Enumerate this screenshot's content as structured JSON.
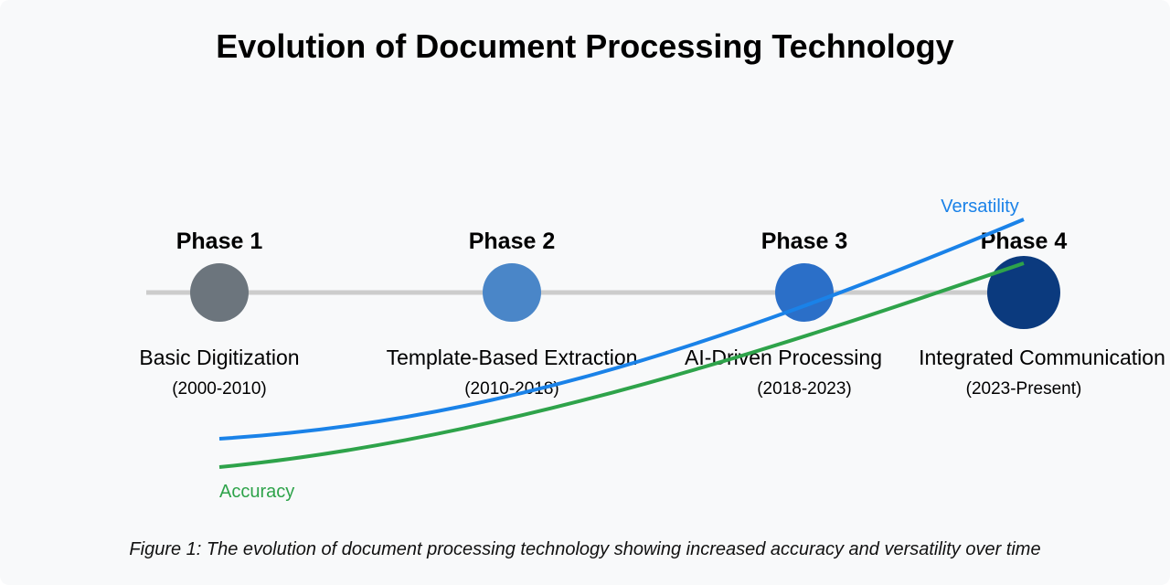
{
  "title": "Evolution of Document Processing Technology",
  "phases": [
    {
      "label": "Phase 1",
      "name": "Basic Digitization",
      "period": "(2000-2010)",
      "color": "#6c757d"
    },
    {
      "label": "Phase 2",
      "name": "Template-Based Extraction",
      "period": "(2010-2018)",
      "color": "#4a86c8"
    },
    {
      "label": "Phase 3",
      "name": "AI-Driven Processing",
      "period": "(2018-2023)",
      "color": "#2b6fc8"
    },
    {
      "label": "Phase 4",
      "name": "Integrated Communication",
      "period": "(2023-Present)",
      "color": "#0b3a7e"
    }
  ],
  "trends": {
    "versatility": {
      "label": "Versatility",
      "color": "#1a82e8"
    },
    "accuracy": {
      "label": "Accuracy",
      "color": "#2ea34a"
    }
  },
  "caption": "Figure 1: The evolution of document processing technology showing increased accuracy and versatility over time"
}
